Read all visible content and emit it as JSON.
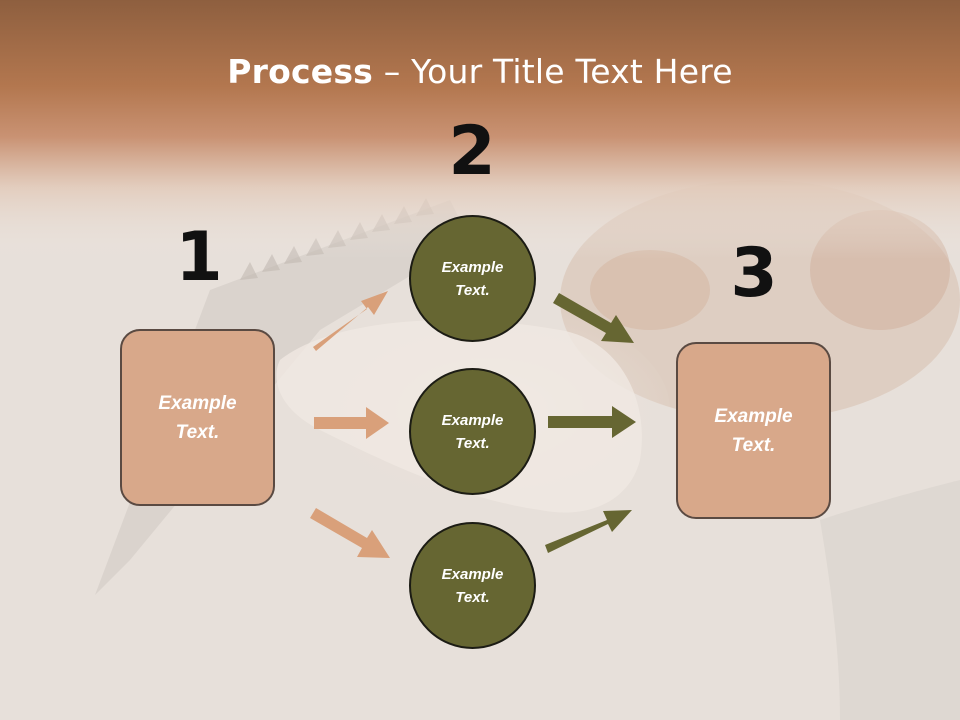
{
  "title": {
    "bold": "Process",
    "rest": " – Your Title Text Here"
  },
  "steps": [
    {
      "number": "1",
      "text": "Example Text."
    },
    {
      "number": "2",
      "text": ""
    },
    {
      "number": "3",
      "text": "Example Text."
    }
  ],
  "circles": [
    {
      "text": "Example Text."
    },
    {
      "text": "Example Text."
    },
    {
      "text": "Example Text."
    }
  ],
  "colors": {
    "title_bar": "#b97a55",
    "box_fill": "#d8a88a",
    "circle_fill": "#666632",
    "arrow_tan": "#d9a07a",
    "arrow_olive": "#666632"
  }
}
